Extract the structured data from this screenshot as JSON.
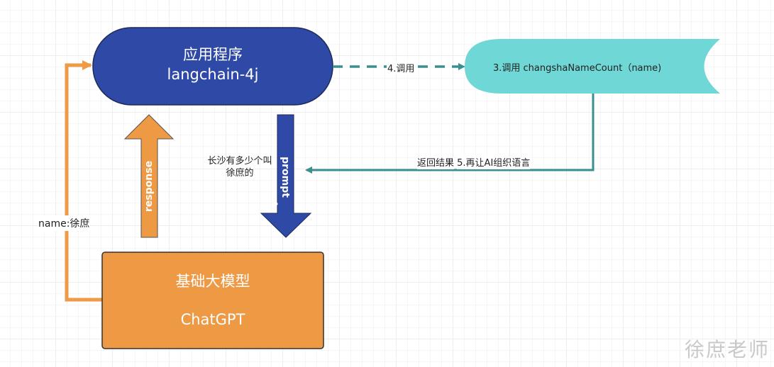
{
  "nodes": {
    "app": {
      "line1": "应用程序",
      "line2": "langchain-4j"
    },
    "tool": {
      "label": "3.调用 changshaNameCount（name)"
    },
    "model": {
      "line1": "基础大模型",
      "line2": "ChatGPT"
    }
  },
  "edges": {
    "call": "4.调用",
    "result_line1": "返回结果",
    "result_line2": "5.再让AI组织语言",
    "response": "response",
    "prompt": "prompt",
    "prompt_question_line1": "长沙有多少个叫",
    "prompt_question_line2": "徐庶的",
    "name_param": "name:徐庶",
    "prompt_stray_char": "?"
  },
  "watermark": "徐庶老师",
  "colors": {
    "app_fill": "#2f49a6",
    "tool_fill": "#6fd7d6",
    "model_fill": "#ee9944",
    "teal_line": "#3a8f8f",
    "orange_line": "#f09a45",
    "blue_arrow": "#2f49a6"
  }
}
